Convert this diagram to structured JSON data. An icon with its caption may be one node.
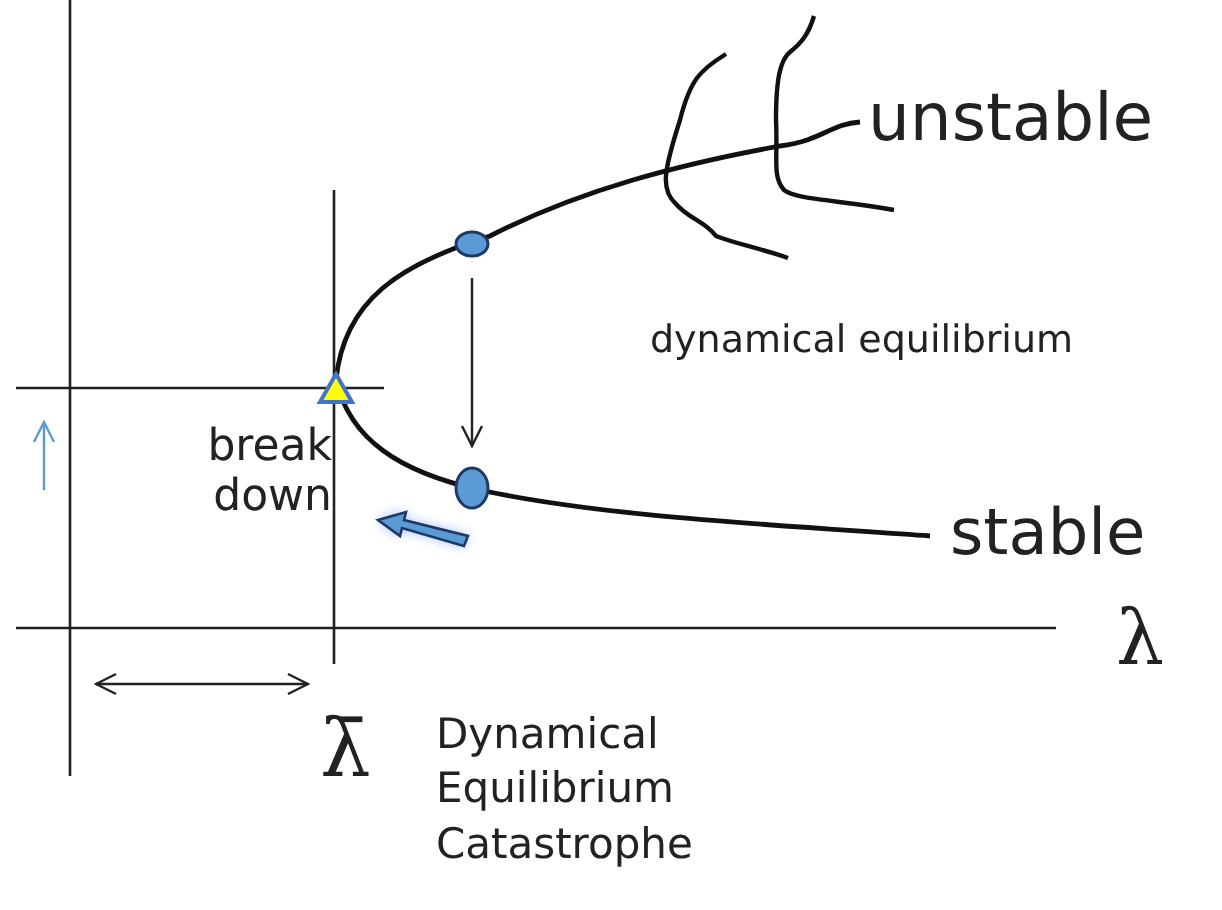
{
  "diagram": {
    "nodes": [
      {
        "text": [],
        "shape": "circle"
      },
      {
        "text": [],
        "shape": "circle"
      }
    ],
    "edges": [
      {
        "from": 0,
        "to": 1,
        "arrow": "to"
      }
    ],
    "labels": [
      "unstable",
      "dynamical equilibrium",
      "break down",
      "stable",
      "λ",
      "λ̄",
      "Dynamical Equilibrium Catastrophe"
    ]
  }
}
